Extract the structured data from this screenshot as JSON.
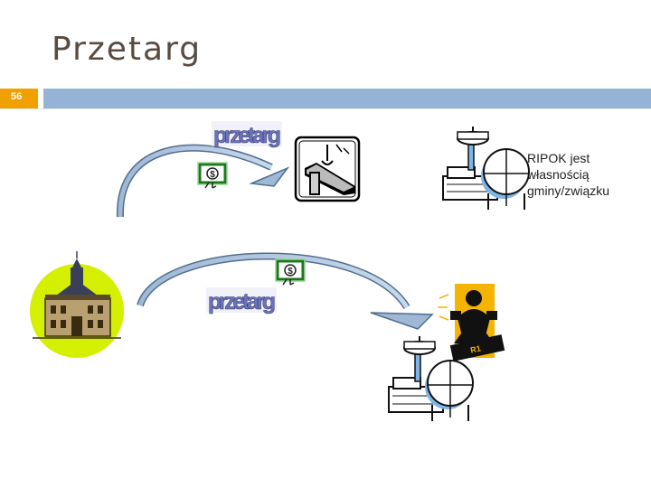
{
  "slide": {
    "title": "Przetarg",
    "number": "56",
    "note": "RIPOK jest własnością gminy/związku"
  },
  "diagram": {
    "tender_label_top": "przetarg",
    "tender_label_bottom": "przetarg",
    "money_symbol": "$",
    "crest_text": "R1"
  },
  "colors": {
    "accent": "#f0a000",
    "header_bar": "#95b3d7",
    "arrow_fill": "#b8cce4",
    "arrow_stroke": "#4f6f8f",
    "label_fill": "#6b74b8",
    "town_hall_bg": "#d4f000",
    "industry_bg": "#f5b400"
  }
}
